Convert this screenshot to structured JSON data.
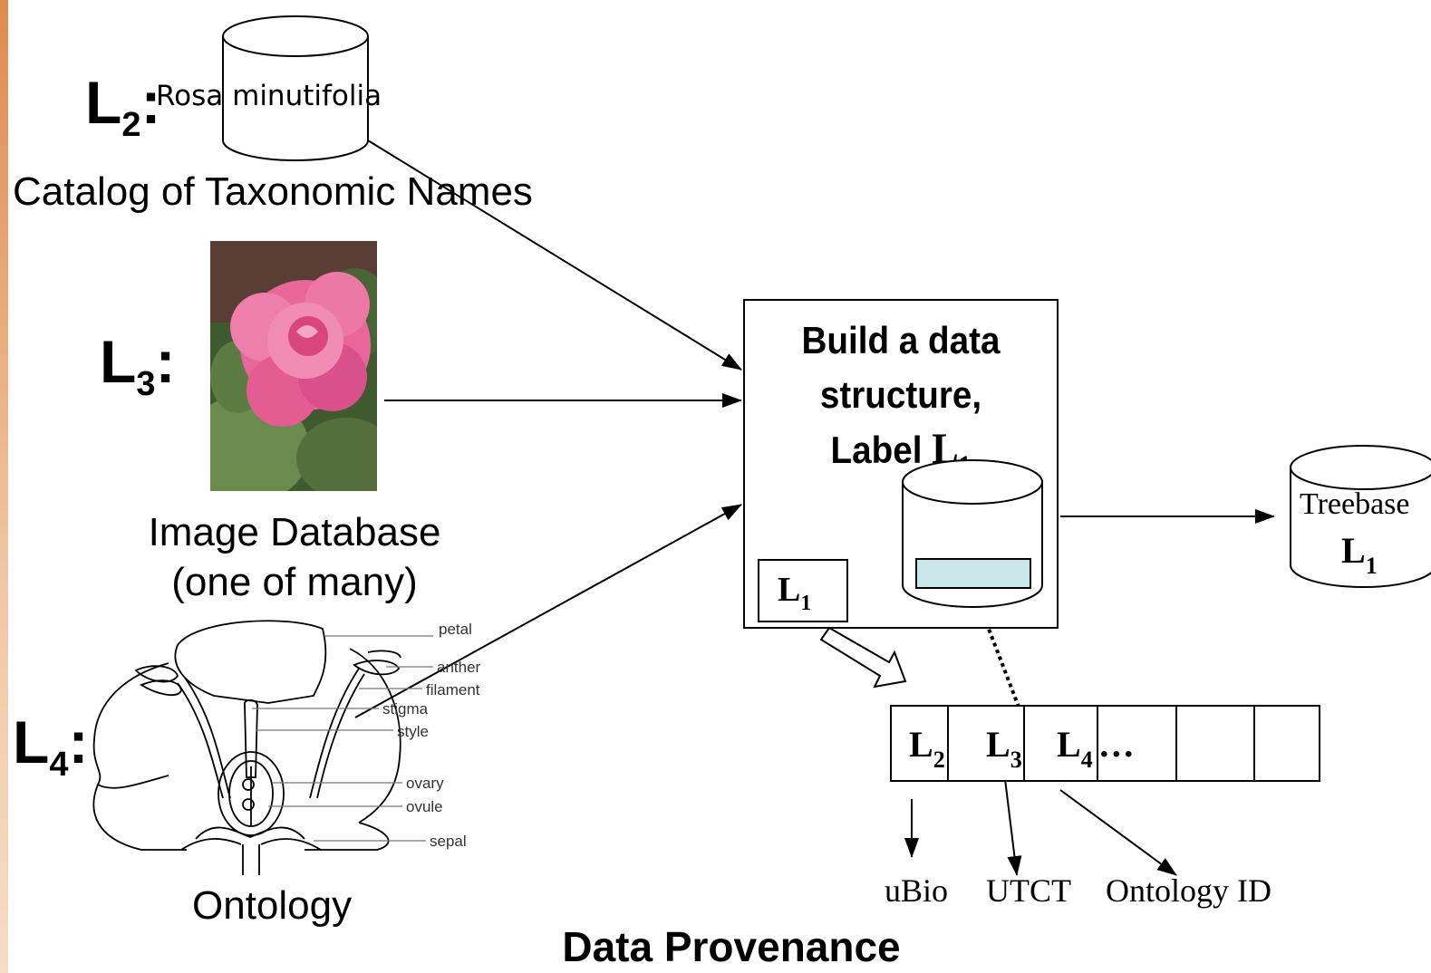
{
  "labels": {
    "l2": {
      "letter": "L",
      "sub": "2",
      "suffix": ":"
    },
    "l3": {
      "letter": "L",
      "sub": "3",
      "suffix": ":"
    },
    "l4": {
      "letter": "L",
      "sub": "4",
      "suffix": ":"
    }
  },
  "catalog": {
    "db_text": "Rosa minutifolia",
    "caption": "Catalog of Taxonomic Names"
  },
  "image_db": {
    "caption_line1": "Image Database",
    "caption_line2": "(one of many)"
  },
  "ontology": {
    "caption": "Ontology",
    "parts": [
      "petal",
      "anther",
      "filament",
      "stigma",
      "style",
      "ovary",
      "ovule",
      "sepal"
    ]
  },
  "process": {
    "line1": "Build a data",
    "line2": "structure,",
    "line3": "Label ",
    "l1_letter": "L",
    "l1_sub": "1",
    "small_box": {
      "letter": "L",
      "sub": "1"
    }
  },
  "treebase": {
    "name": "Treebase",
    "label_letter": "L",
    "label_sub": "1"
  },
  "provenance": {
    "cells": [
      {
        "letter": "L",
        "sub": "2"
      },
      {
        "letter": "L",
        "sub": "3"
      },
      {
        "letter": "L",
        "sub": "4",
        "extra": "…"
      },
      {
        "letter": "",
        "sub": ""
      },
      {
        "letter": "",
        "sub": ""
      }
    ],
    "targets": [
      "uBio",
      "UTCT",
      "Ontology ID"
    ]
  },
  "title": "Data Provenance",
  "colors": {
    "slide_edge": "#e08a4e",
    "db_record": "#c9e6ea",
    "rose_pink": "#e8669a",
    "leaf_green": "#4f6b3c"
  }
}
